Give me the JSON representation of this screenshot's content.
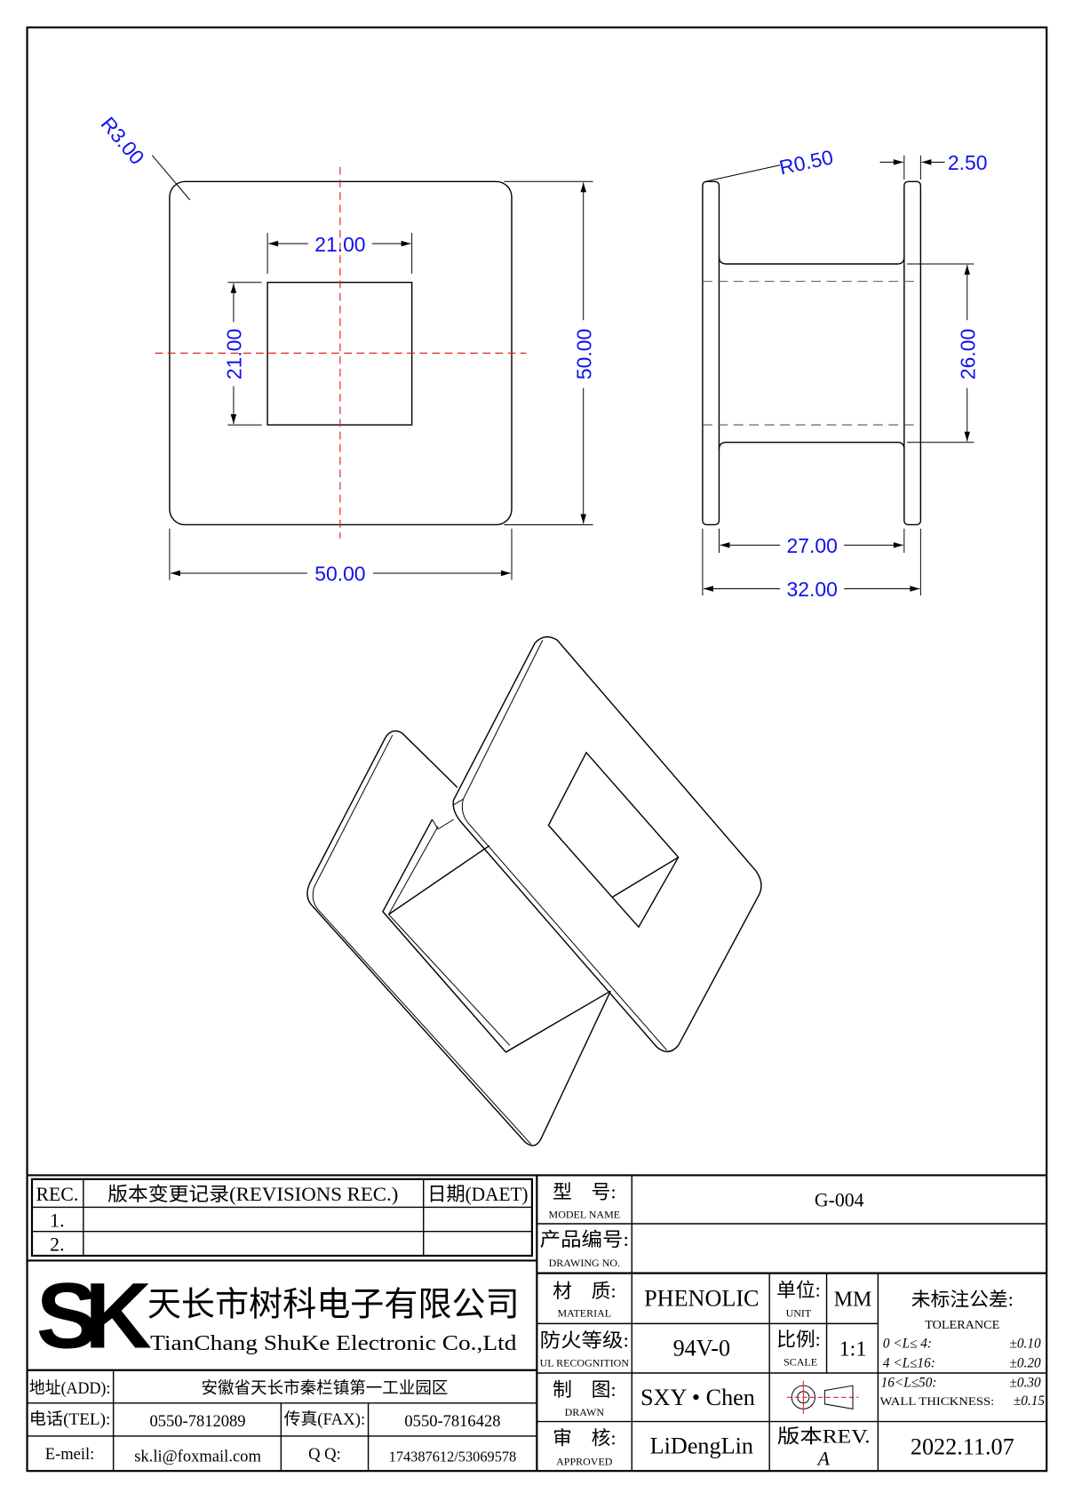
{
  "dimensions": {
    "corner_radius": "R3.00",
    "window_width": "21.00",
    "window_height": "21.00",
    "flange_height": "50.00",
    "flange_width": "50.00",
    "edge_radius": "R0.50",
    "flange_thickness": "2.50",
    "core_height": "26.00",
    "inner_length": "27.00",
    "overall_length": "32.00"
  },
  "revisions": {
    "rec_label": "REC.",
    "desc_label": "版本变更记录(REVISIONS REC.)",
    "date_label": "日期(DAET)",
    "rows": [
      "1.",
      "2."
    ]
  },
  "company": {
    "logo": "SK",
    "name_cn": "天长市树科电子有限公司",
    "name_en": "TianChang ShuKe Electronic Co.,Ltd"
  },
  "contact": {
    "address_label": "地址(ADD):",
    "address": "安徽省天长市秦栏镇第一工业园区",
    "tel_label": "电话(TEL):",
    "tel": "0550-7812089",
    "fax_label": "传真(FAX):",
    "fax": "0550-7816428",
    "email_label": "E-meil:",
    "email": "sk.li@foxmail.com",
    "qq_label": "Q Q:",
    "qq": "174387612/53069578"
  },
  "fields": {
    "model": {
      "cn": "型　号:",
      "en": "MODEL NAME",
      "value": "G-004"
    },
    "drawing_no": {
      "cn": "产品编号:",
      "en": "DRAWING NO.",
      "value": ""
    },
    "material": {
      "cn": "材　质:",
      "en": "MATERIAL",
      "value": "PHENOLIC"
    },
    "ul": {
      "cn": "防火等级:",
      "en": "UL RECOGNITION",
      "value": "94V-0"
    },
    "drawn": {
      "cn": "制　图:",
      "en": "DRAWN",
      "value": "SXY • Chen"
    },
    "approved": {
      "cn": "审　核:",
      "en": "APPROVED",
      "value": "LiDengLin"
    },
    "unit": {
      "cn": "单位:",
      "en": "UNIT",
      "value": "MM"
    },
    "scale": {
      "cn": "比例:",
      "en": "SCALE",
      "value": "1:1"
    },
    "rev": {
      "label": "版本REV.",
      "value": "A"
    },
    "date": "2022.11.07"
  },
  "tolerance": {
    "title": "未标注公差:",
    "en": "TOLERANCE",
    "rows": [
      {
        "range": "0 <L≤ 4:",
        "value": "±0.10"
      },
      {
        "range": "4 <L≤16:",
        "value": "±0.20"
      },
      {
        "range": "16<L≤50:",
        "value": "±0.30"
      }
    ],
    "wall_label": "WALL THICKNESS:",
    "wall_value": "±0.15"
  },
  "colors": {
    "dimension": "#1010ee",
    "centerline": "#e0262b",
    "line": "#000000"
  }
}
